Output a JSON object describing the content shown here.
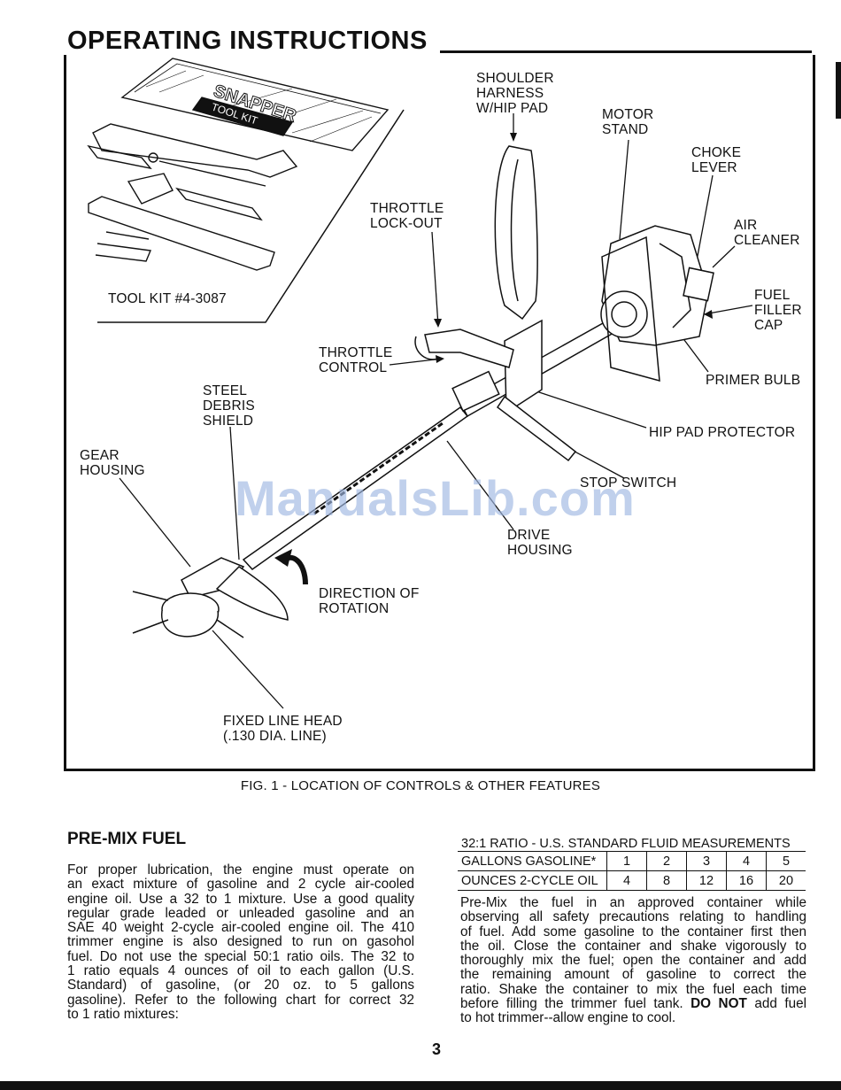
{
  "header": {
    "title": "OPERATING INSTRUCTIONS"
  },
  "figure": {
    "tool_kit_brand": "SNAPPER",
    "tool_kit_label": "TOOL KIT",
    "labels": {
      "tool_kit": "TOOL KIT #4-3087",
      "shoulder_harness": "SHOULDER\nHARNESS\nW/HIP PAD",
      "motor_stand": "MOTOR\nSTAND",
      "choke_lever": "CHOKE\nLEVER",
      "air_cleaner": "AIR\nCLEANER",
      "fuel_filler_cap": "FUEL\nFILLER\nCAP",
      "throttle_lockout": "THROTTLE\nLOCK-OUT",
      "throttle_control": "THROTTLE\nCONTROL",
      "primer_bulb": "PRIMER BULB",
      "hip_pad_protector": "HIP PAD PROTECTOR",
      "steel_debris_shield": "STEEL\nDEBRIS\nSHIELD",
      "gear_housing": "GEAR\nHOUSING",
      "stop_switch": "STOP SWITCH",
      "drive_housing": "DRIVE\nHOUSING",
      "direction_of_rotation": "DIRECTION OF\nROTATION",
      "fixed_line_head": "FIXED LINE HEAD\n(.130 DIA. LINE)"
    },
    "caption": "FIG. 1 - LOCATION OF CONTROLS & OTHER FEATURES"
  },
  "watermark": "ManualsLib.com",
  "premix": {
    "heading": "PRE-MIX FUEL",
    "lines": [
      "For proper lubrication, the engine must operate on",
      "an exact mixture of gasoline and 2 cycle air-cooled",
      "engine oil. Use a 32 to 1 mixture. Use a good quality",
      "regular grade leaded or unleaded gasoline and an",
      "SAE 40 weight 2-cycle air-cooled engine oil. The 410",
      "trimmer engine is also designed to run on gasohol",
      "fuel. Do not use the special 50:1 ratio oils. The 32 to",
      "1 ratio equals 4 ounces of oil to each gallon (U.S.",
      "Standard) of gasoline, (or 20 oz. to 5 gallons",
      "gasoline). Refer to the following chart for correct 32",
      "to 1 ratio mixtures:"
    ]
  },
  "ratio_table": {
    "title": "32:1 RATIO - U.S. STANDARD FLUID MEASUREMENTS",
    "rows": [
      {
        "label": "GALLONS GASOLINE*",
        "values": [
          "1",
          "2",
          "3",
          "4",
          "5"
        ]
      },
      {
        "label": "OUNCES 2-CYCLE OIL",
        "values": [
          "4",
          "8",
          "12",
          "16",
          "20"
        ]
      }
    ]
  },
  "premix_right": {
    "lines": [
      "Pre-Mix the fuel in an approved container while",
      "observing all safety precautions relating to handling",
      "of fuel. Add some gasoline to the container first then",
      "the oil. Close the container and shake vigorously to",
      "thoroughly mix the fuel; open the container and add",
      "the remaining amount of gasoline to correct the",
      "ratio. Shake the container to mix the fuel each time",
      "before filling the trimmer fuel tank."
    ],
    "last_bold": "DO NOT",
    "last_tail": " add fuel",
    "final_line": "to hot trimmer--allow engine to cool."
  },
  "footer": {
    "page_number": "3"
  }
}
